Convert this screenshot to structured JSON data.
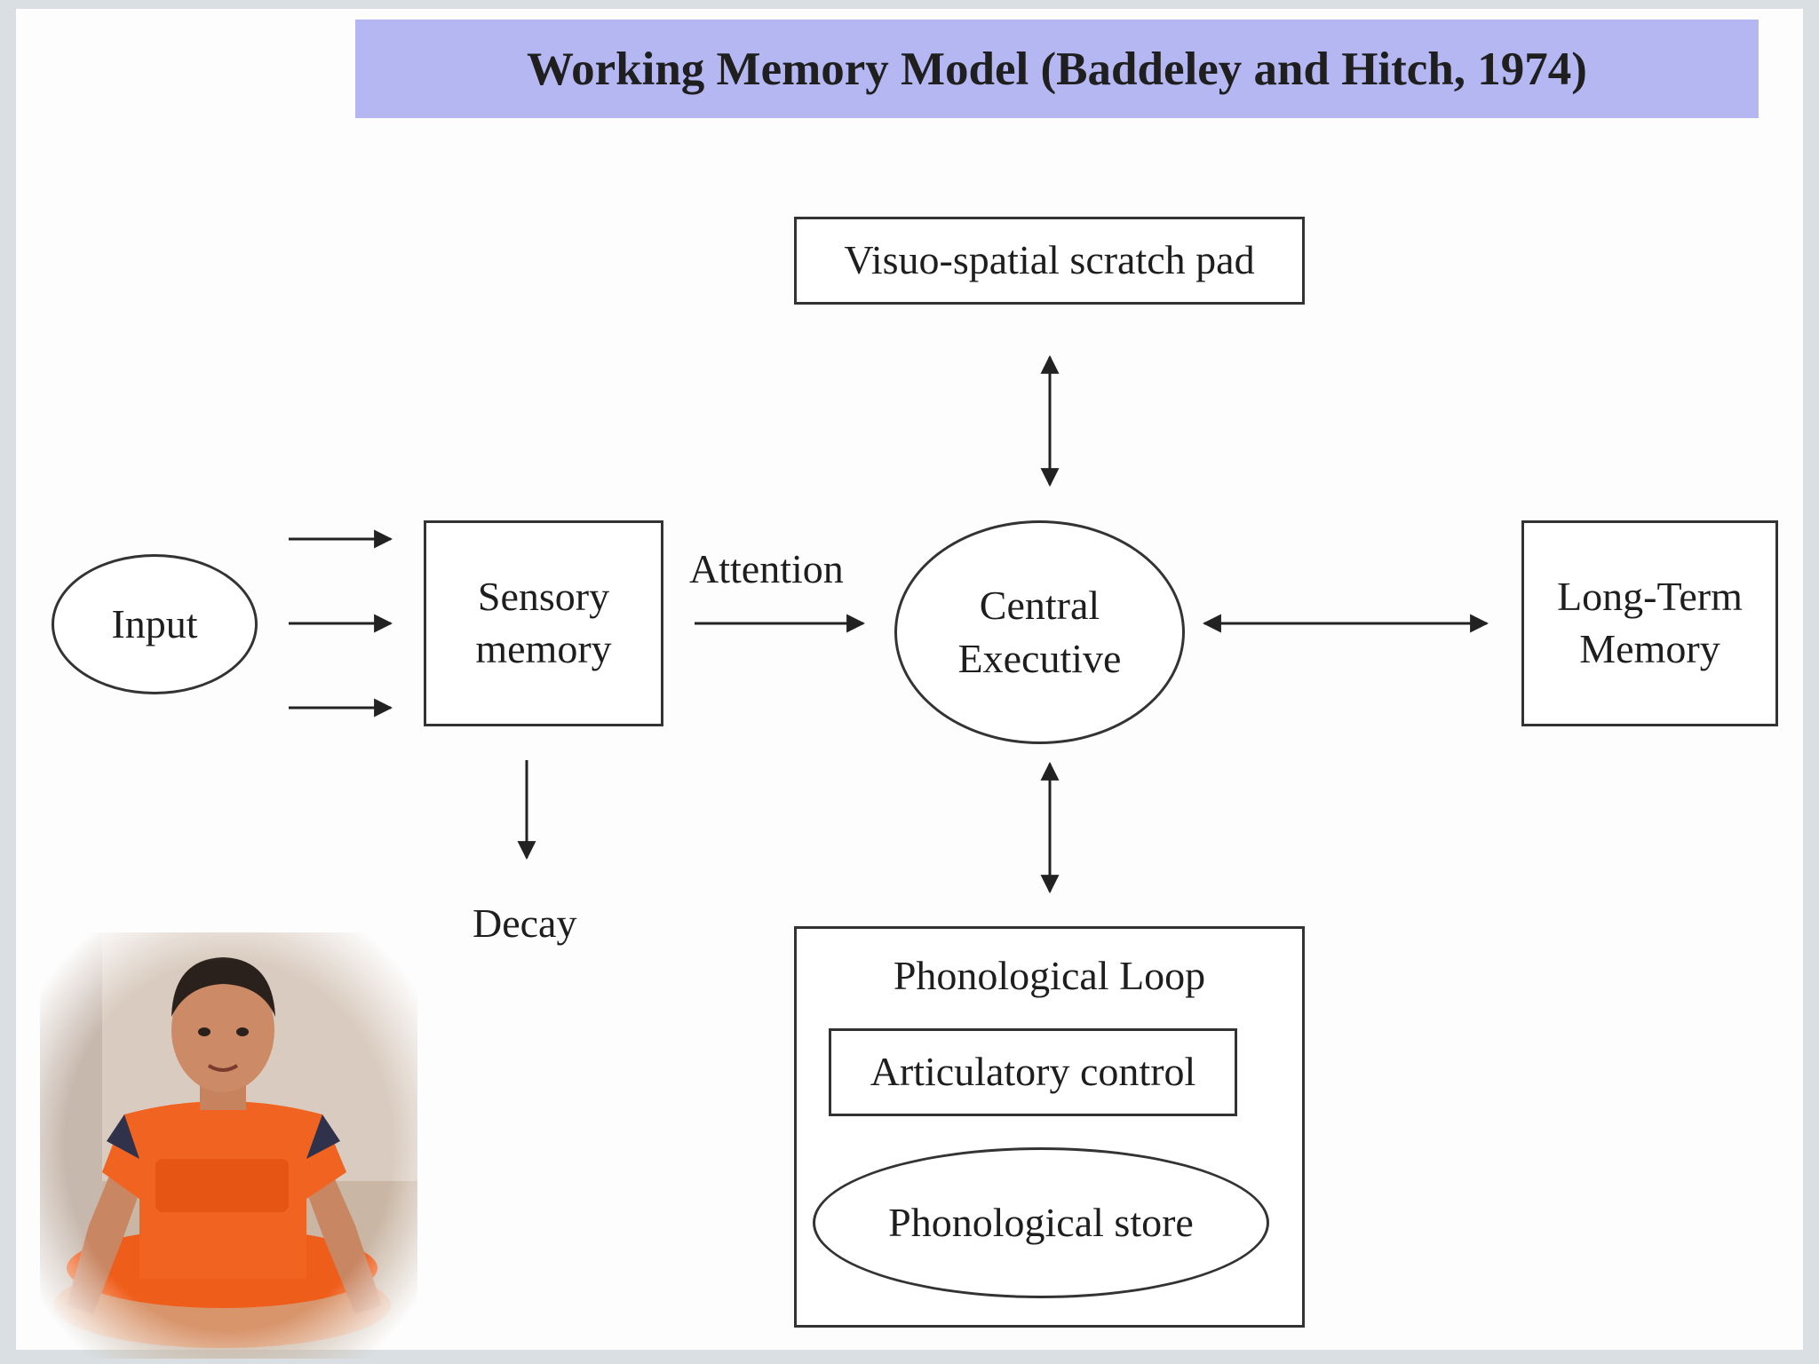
{
  "title": "Working Memory Model (Baddeley and Hitch, 1974)",
  "nodes": {
    "input": "Input",
    "sensory_memory": [
      "Sensory",
      "memory"
    ],
    "central_executive": [
      "Central",
      "Executive"
    ],
    "long_term_memory": [
      "Long-Term",
      "Memory"
    ],
    "visuo_spatial": "Visuo-spatial scratch pad",
    "phonological_loop": "Phonological Loop",
    "articulatory_control": "Articulatory control",
    "phonological_store": "Phonological store"
  },
  "edge_labels": {
    "attention": "Attention",
    "decay": "Decay"
  },
  "colors": {
    "banner": "#b5b7f3",
    "ink": "#1e1e1e",
    "shirt": "#f0621e"
  },
  "photo": {
    "icon": "child-photo"
  }
}
